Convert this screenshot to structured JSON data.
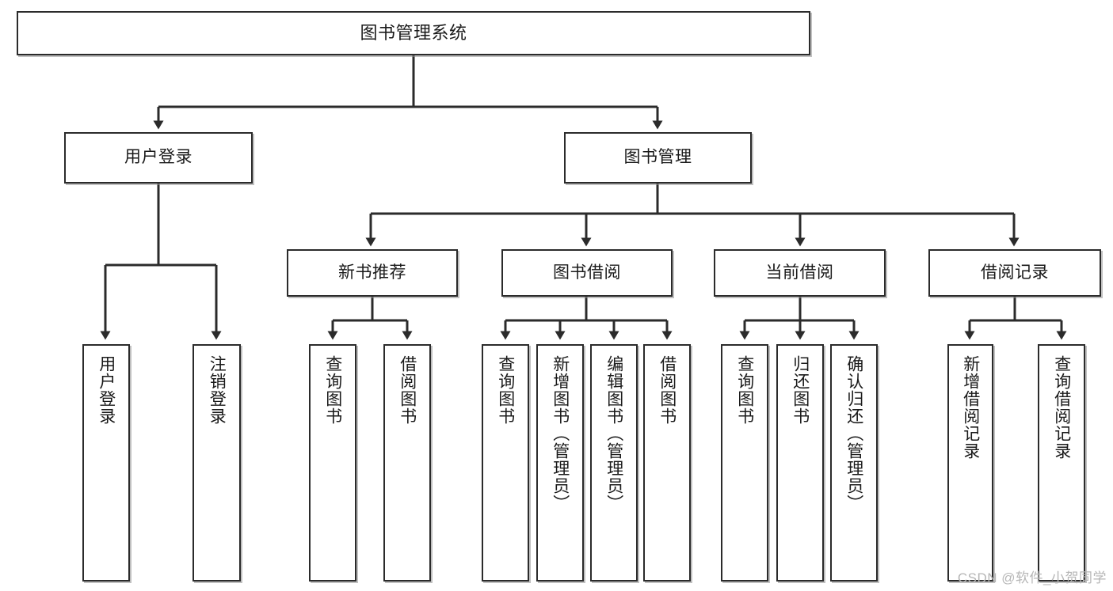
{
  "diagram": {
    "title": "图书管理系统",
    "watermark": "CSDN @软件_小贺同学",
    "stroke_color": "#2b2b2b",
    "fill_color": "#ffffff",
    "watermark_color": "#b6b6b6",
    "nodes": {
      "root": "图书管理系统",
      "level1": [
        "用户登录",
        "图书管理"
      ],
      "level2": [
        "新书推荐",
        "图书借阅",
        "当前借阅",
        "借阅记录"
      ],
      "leaves": {
        "user_login": [
          "用户登录",
          "注销登录"
        ],
        "new_book_recommend": [
          "查询图书",
          "借阅图书"
        ],
        "book_borrow": [
          "查询图书",
          "新增图书（管理员）",
          "编辑图书（管理员）",
          "借阅图书"
        ],
        "current_borrow": [
          "查询图书",
          "归还图书",
          "确认归还（管理员）"
        ],
        "borrow_record": [
          "新增借阅记录",
          "查询借阅记录"
        ]
      }
    }
  }
}
